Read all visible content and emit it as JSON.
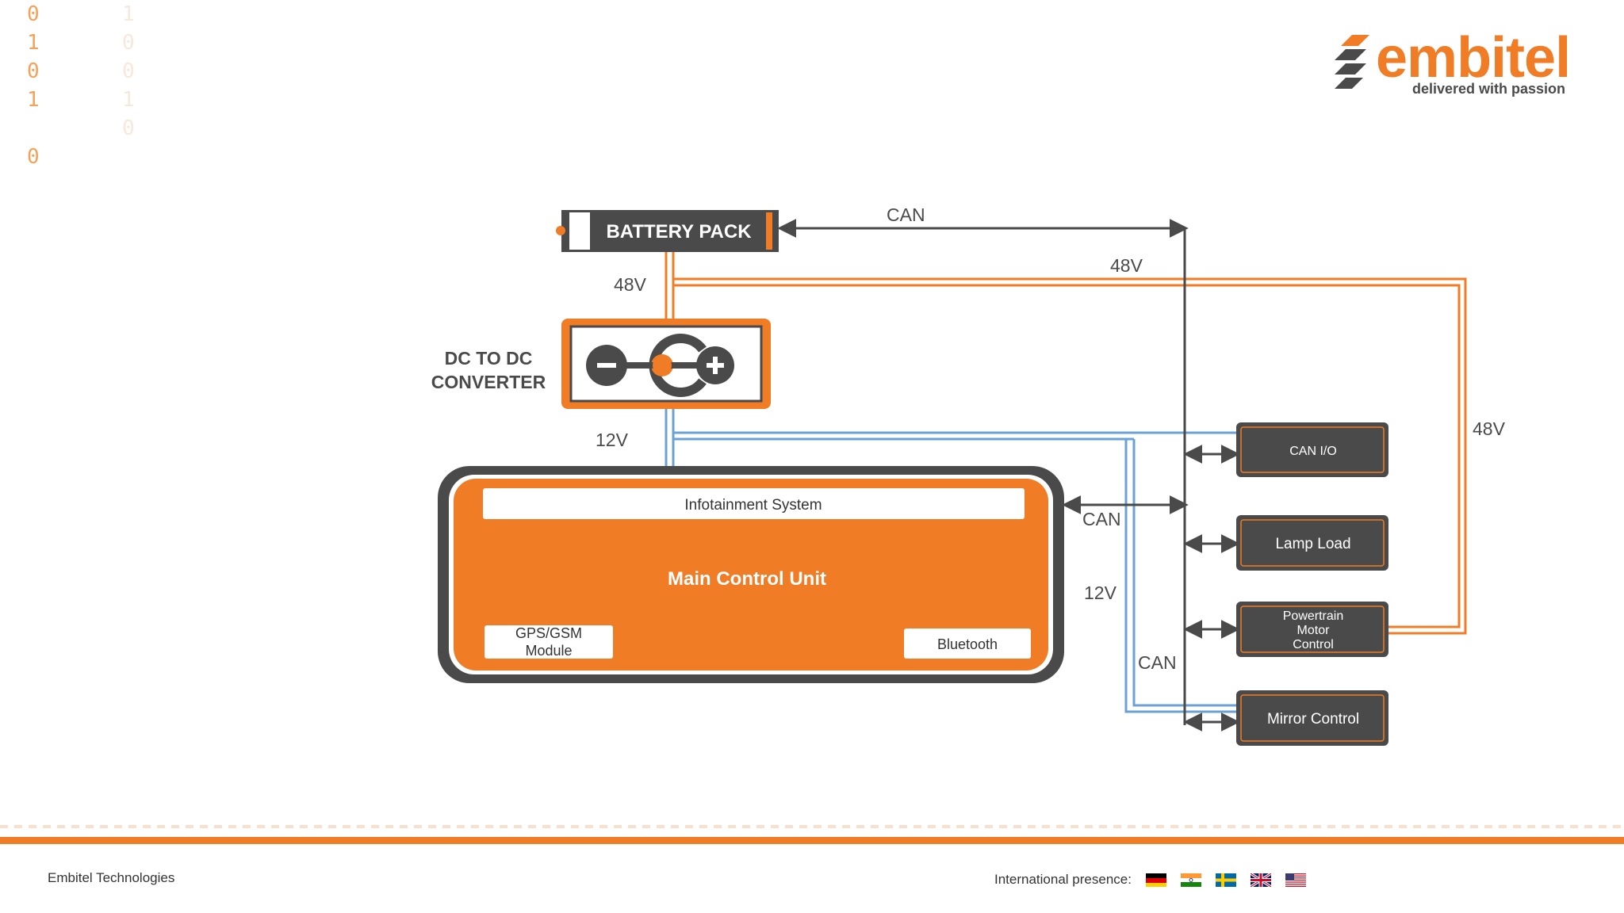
{
  "decoration": {
    "binary_digits": [
      "0",
      "1",
      "0",
      "1",
      "",
      "0"
    ],
    "binary_digits_faint": [
      "1",
      "0",
      "0",
      "1",
      "0"
    ]
  },
  "brand": {
    "name": "embitel",
    "tagline": "delivered with passion",
    "color": "#f07c26"
  },
  "colors": {
    "orange": "#f07c26",
    "dark": "#4a4a4a",
    "blue": "#6aa2d4",
    "white": "#ffffff"
  },
  "diagram": {
    "battery_pack": "BATTERY PACK",
    "dc_converter_label_line1": "DC TO DC",
    "dc_converter_label_line2": "CONVERTER",
    "main_control_unit": "Main Control Unit",
    "infotainment": "Infotainment System",
    "gps_line1": "GPS/GSM",
    "gps_line2": "Module",
    "bluetooth": "Bluetooth",
    "can_io": "CAN I/O",
    "lamp_load": "Lamp Load",
    "powertrain_line1": "Powertrain",
    "powertrain_line2": "Motor",
    "powertrain_line3": "Control",
    "mirror_control": "Mirror Control",
    "label_can_top": "CAN",
    "label_48v_top": "48V",
    "label_48v_battery": "48V",
    "label_48v_right": "48V",
    "label_12v_converter": "12V",
    "label_can_mid": "CAN",
    "label_12v_mid": "12V",
    "label_can_low": "CAN"
  },
  "footer": {
    "company": "Embitel Technologies",
    "presence_label": "International presence:",
    "flags": [
      "germany-flag",
      "india-flag",
      "sweden-flag",
      "uk-flag",
      "usa-flag"
    ]
  }
}
